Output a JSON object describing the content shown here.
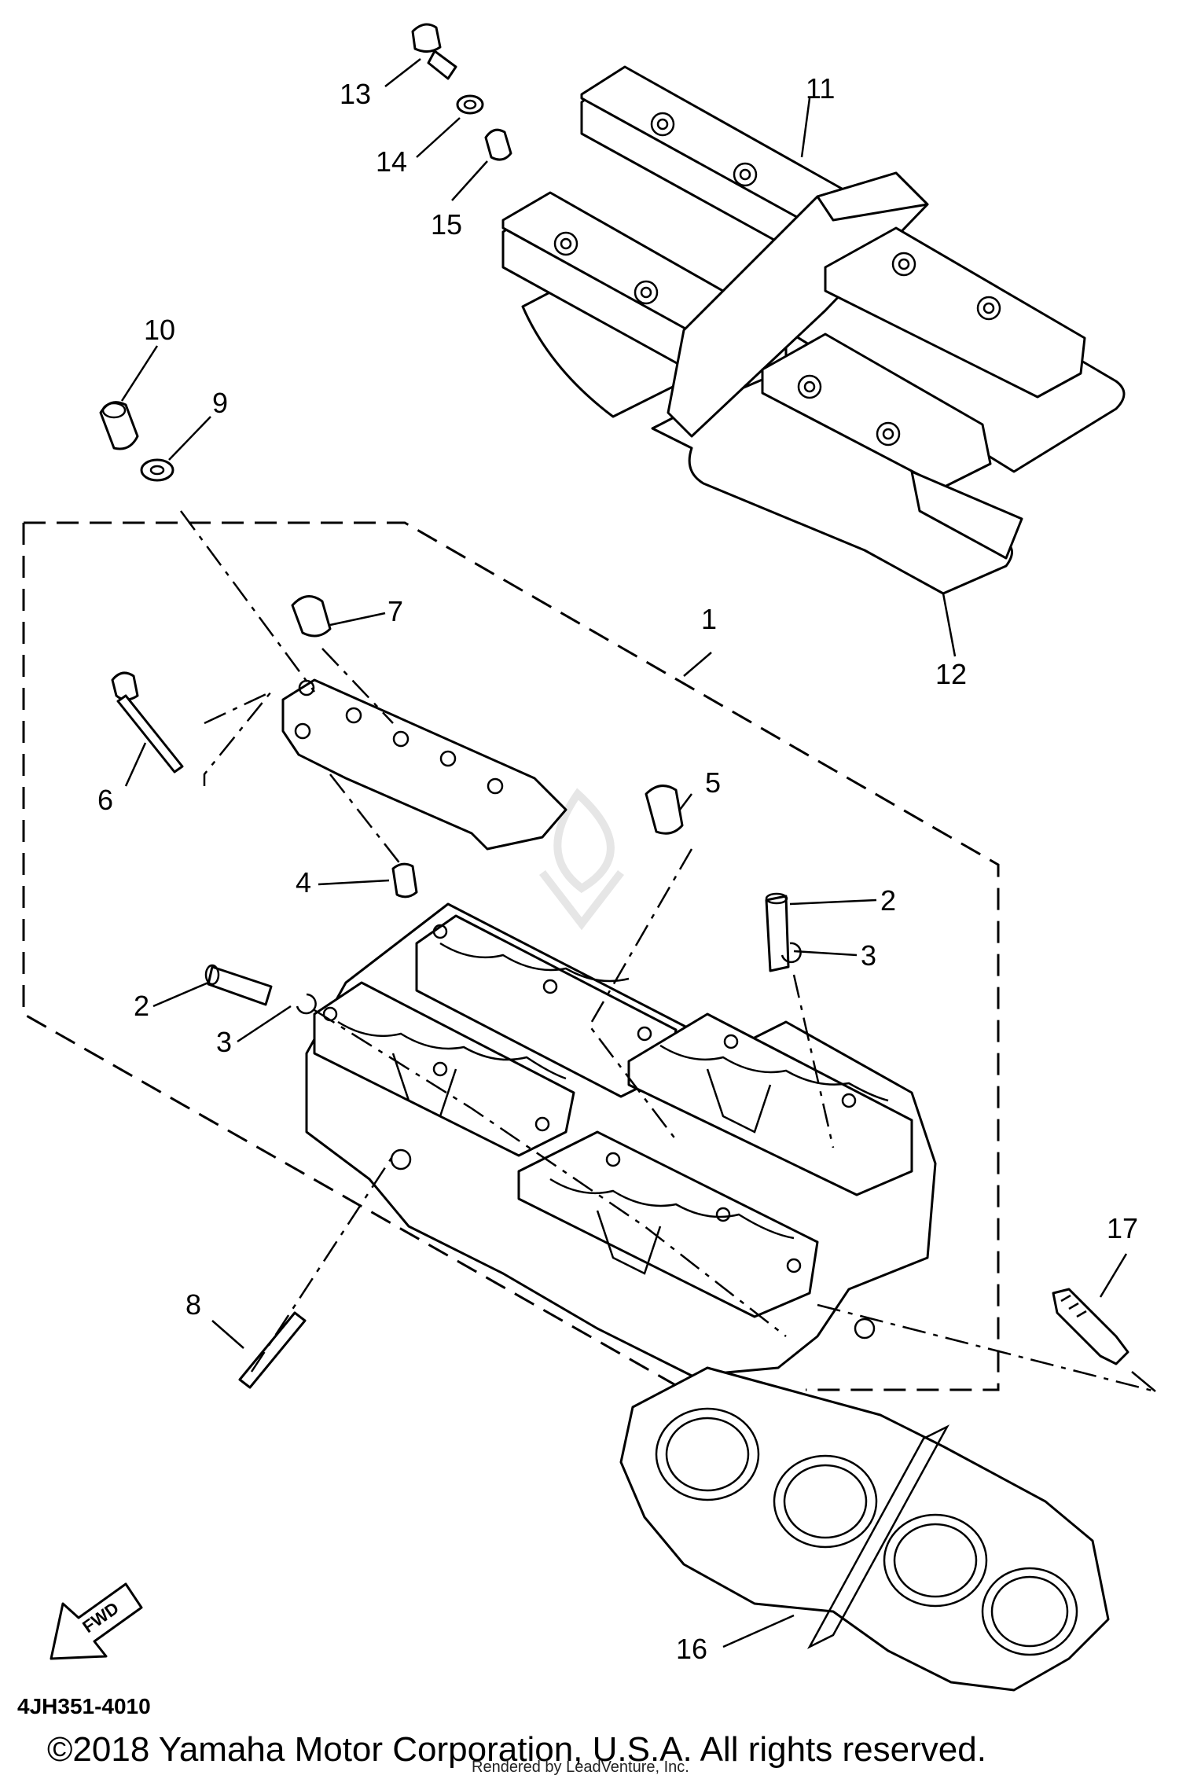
{
  "diagram": {
    "callouts": [
      {
        "id": "1",
        "label": "1"
      },
      {
        "id": "2a",
        "label": "2"
      },
      {
        "id": "2b",
        "label": "2"
      },
      {
        "id": "3a",
        "label": "3"
      },
      {
        "id": "3b",
        "label": "3"
      },
      {
        "id": "4",
        "label": "4"
      },
      {
        "id": "5",
        "label": "5"
      },
      {
        "id": "6",
        "label": "6"
      },
      {
        "id": "7",
        "label": "7"
      },
      {
        "id": "8",
        "label": "8"
      },
      {
        "id": "9",
        "label": "9"
      },
      {
        "id": "10",
        "label": "10"
      },
      {
        "id": "11",
        "label": "11"
      },
      {
        "id": "12",
        "label": "12"
      },
      {
        "id": "13",
        "label": "13"
      },
      {
        "id": "14",
        "label": "14"
      },
      {
        "id": "15",
        "label": "15"
      },
      {
        "id": "16",
        "label": "16"
      },
      {
        "id": "17",
        "label": "17"
      }
    ],
    "fwd_label": "FWD",
    "diagram_code": "4JH351-4010"
  },
  "footer": {
    "copyright": "©2018 Yamaha Motor Corporation, U.S.A. All rights reserved.",
    "rendered_by": "Rendered by LeadVenture, Inc."
  },
  "colors": {
    "ink": "#000000",
    "background": "#ffffff",
    "watermark": "#e6e6e6"
  }
}
